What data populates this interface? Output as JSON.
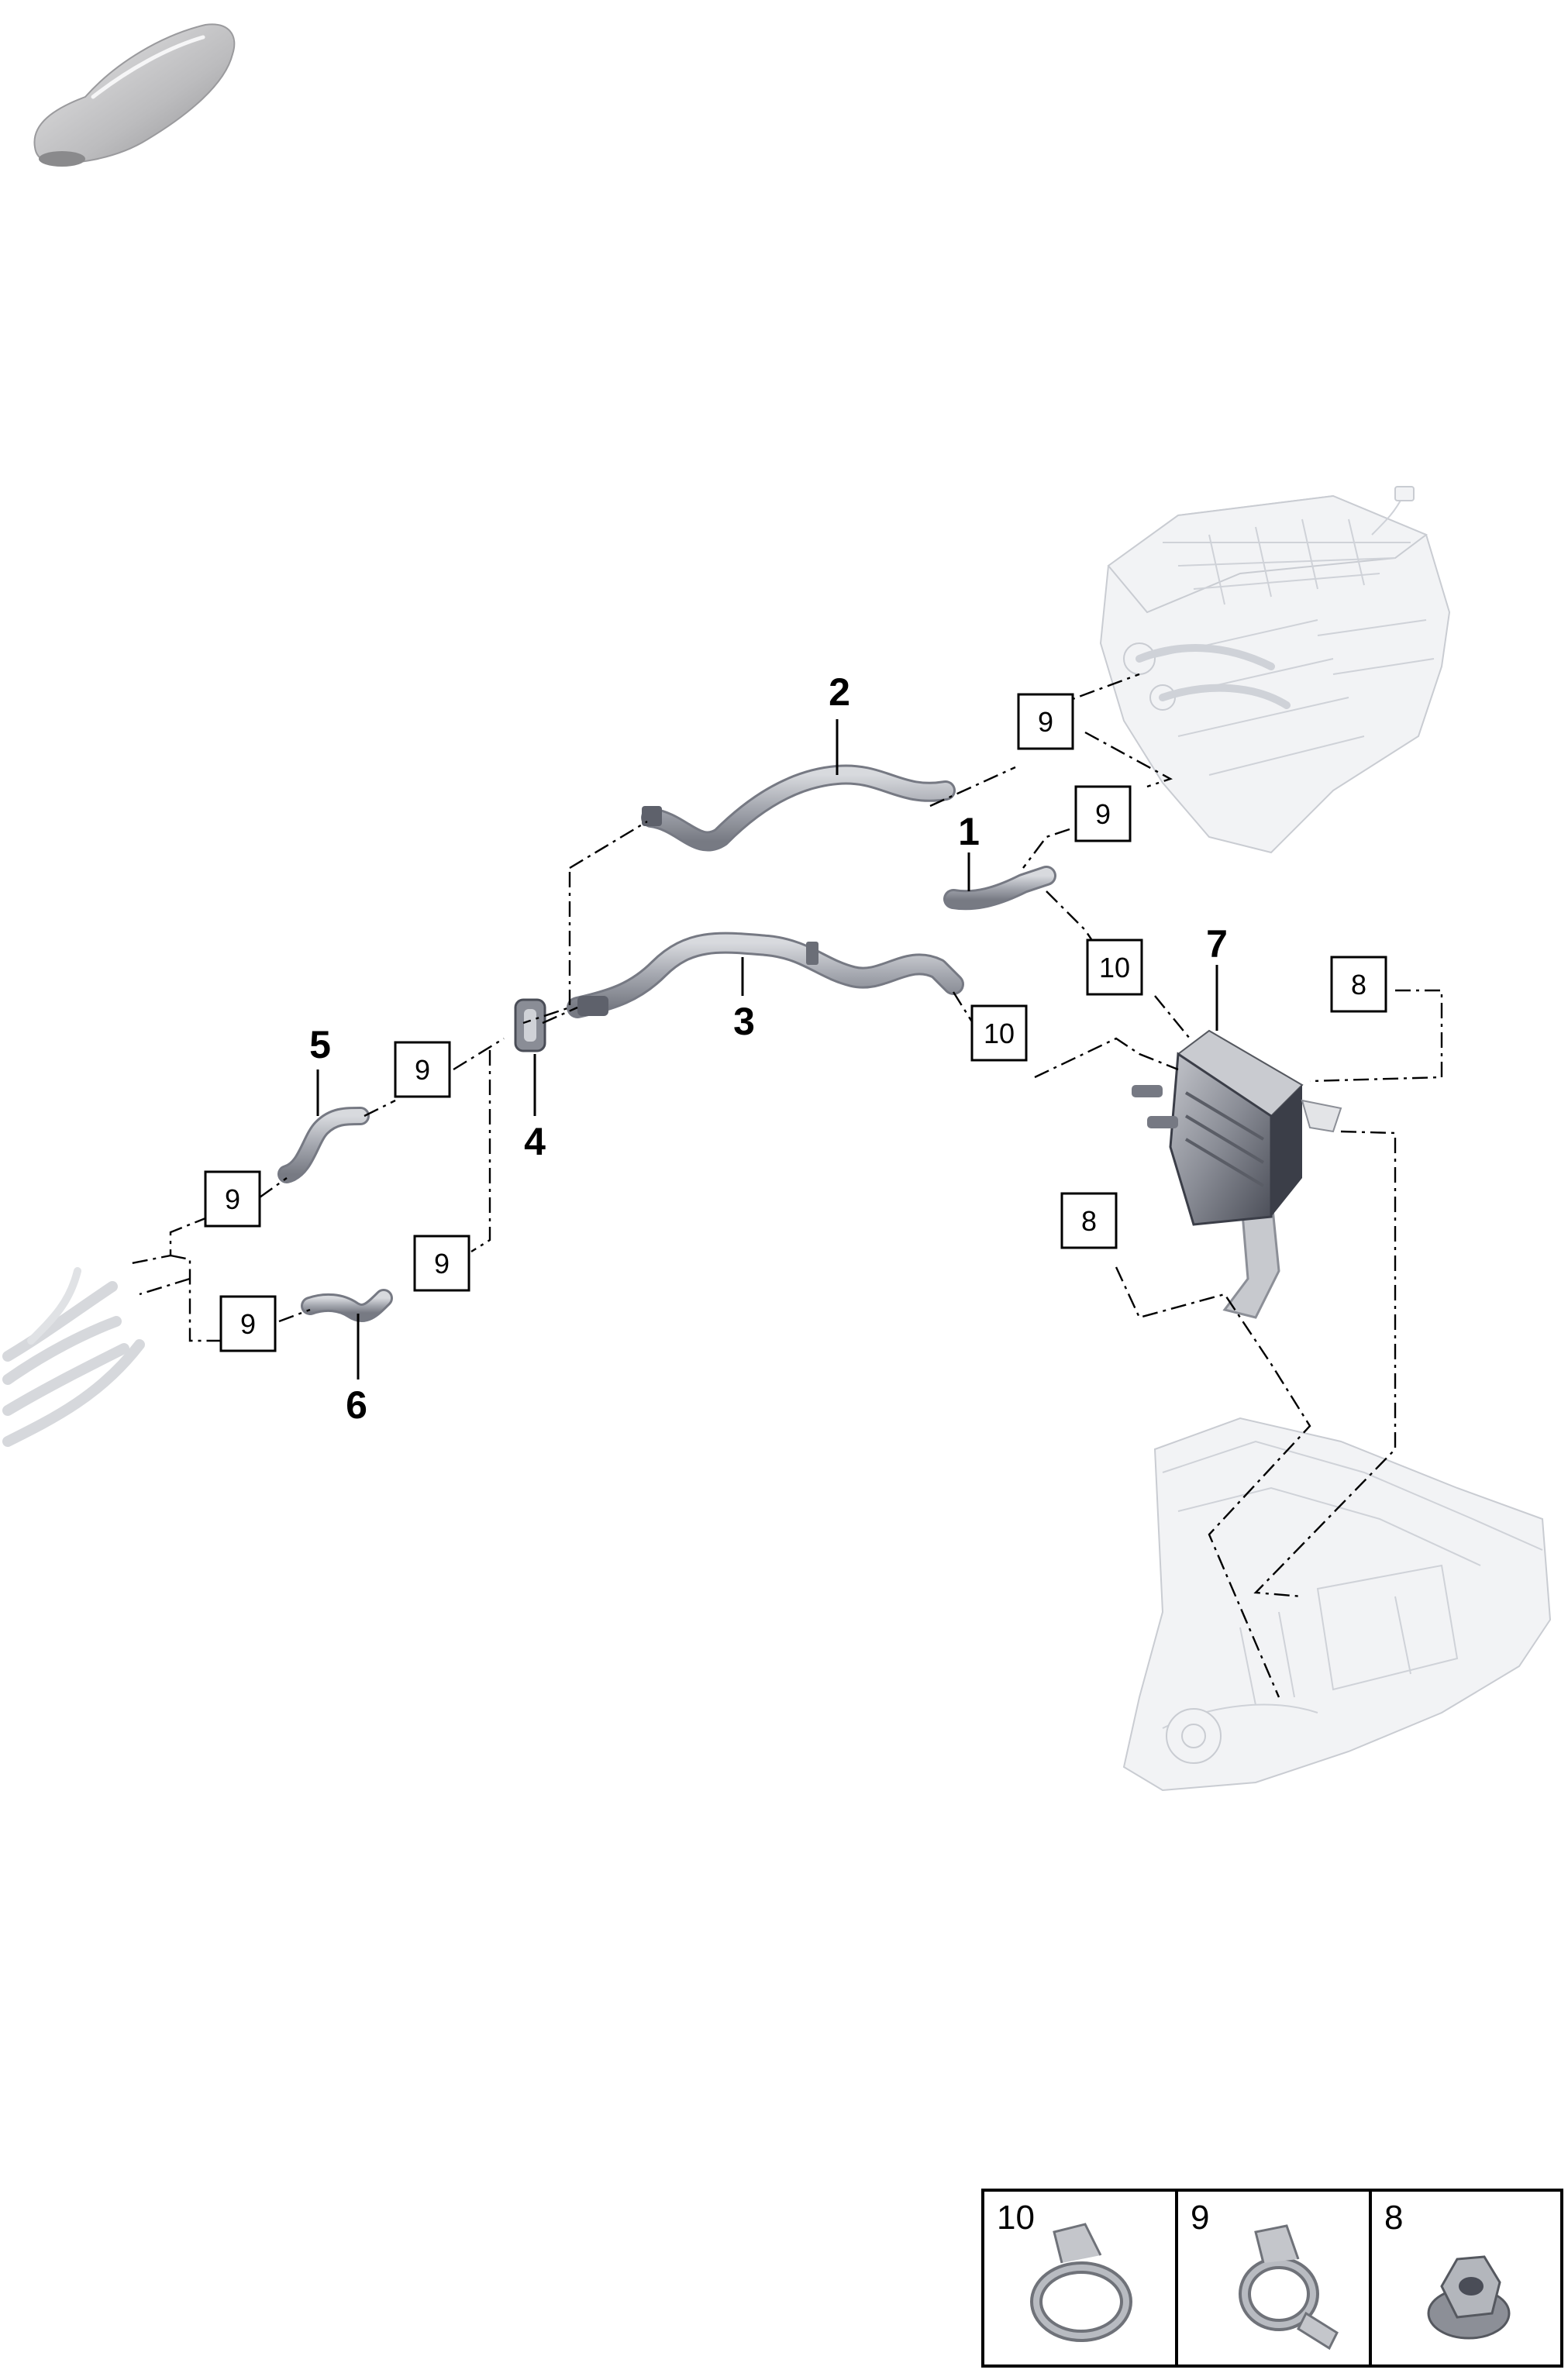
{
  "callouts": [
    "1",
    "2",
    "3",
    "4",
    "5",
    "6",
    "7"
  ],
  "reference_boxes": {
    "clamp_large": "10",
    "clamp_small": "9",
    "nut": "8"
  },
  "legend": {
    "items": [
      {
        "number": "10",
        "icon": "hose-clamp-large-icon"
      },
      {
        "number": "9",
        "icon": "hose-clamp-small-icon"
      },
      {
        "number": "8",
        "icon": "flange-nut-icon"
      }
    ]
  },
  "colors": {
    "hose": "#a8abb3",
    "hose_highlight": "#d6d8dd",
    "ghost_part": "#f2f3f5",
    "ghost_edge": "#c9ccd2",
    "heater_body": "#8c8f97",
    "heater_dark": "#3b3e48"
  }
}
